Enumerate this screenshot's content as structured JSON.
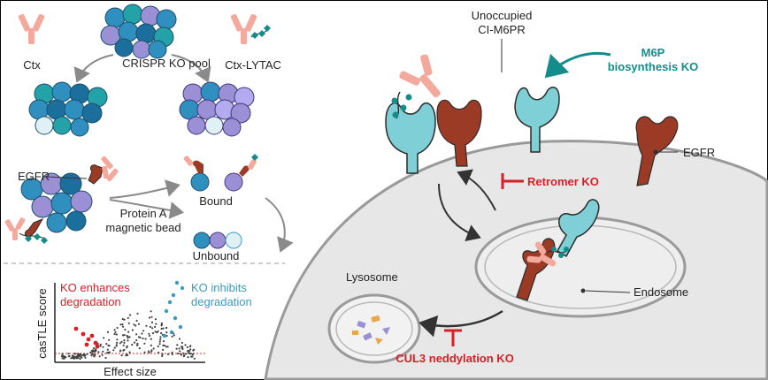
{
  "left_panel": {
    "ctx_label": "Ctx",
    "pool_label": "CRISPR KO pool",
    "ctx_lytac_label": "Ctx-LYTAC",
    "egfr_label": "EGFR",
    "bead_label_line1": "Protein A",
    "bead_label_line2": "magnetic bead",
    "bound_label": "Bound",
    "unbound_label": "Unbound"
  },
  "plot": {
    "ylabel": "casTLE score",
    "xlabel": "Effect size",
    "left_annotation_line1": "KO enhances",
    "left_annotation_line2": "degradation",
    "right_annotation_line1": "KO inhibits",
    "right_annotation_line2": "degradation"
  },
  "right_panel": {
    "unoccupied_line1": "Unoccupied",
    "unoccupied_line2": "CI-M6PR",
    "m6p_line1": "M6P",
    "m6p_line2": "biosynthesis KO",
    "egfr_label": "EGFR",
    "retromer_label": "Retromer KO",
    "lysosome_label": "Lysosome",
    "endosome_label": "Endosome",
    "cul3_label": "CUL3 neddylation KO"
  },
  "colors": {
    "receptor_teal": "#7fcfd6",
    "egfr_brown": "#9b3b26",
    "antibody_pink": "#f3a99c",
    "cell_blue": "#2f8fbf",
    "cell_purple": "#9b8fd6",
    "ko_red": "#d62027",
    "ko_teal": "#158c8c"
  }
}
